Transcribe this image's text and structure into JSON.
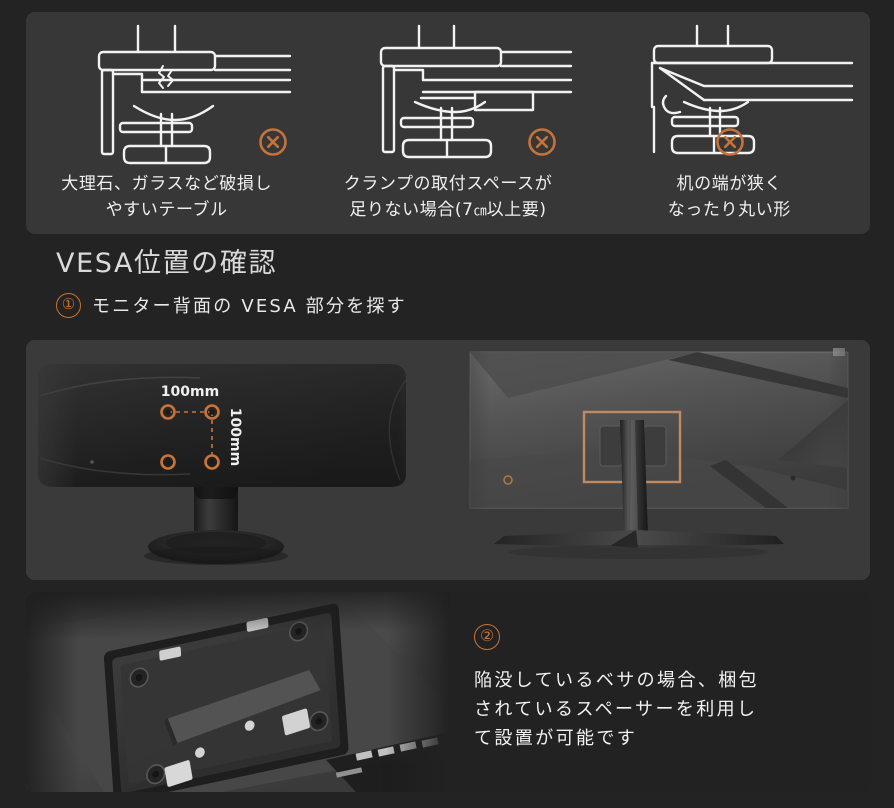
{
  "theme": {
    "page_bg": "#232323",
    "panel_bg": "#373737",
    "monitor_panel_bg": "#3a3a3a",
    "bottom_panel_bg": "#222222",
    "accent_orange": "#c4743a",
    "marker_orange": "#c8743c",
    "text_primary": "#f0f0f0",
    "text_heading": "#dadada",
    "line_white": "#f2f2f2"
  },
  "warnings": {
    "icon_name": "x-circle-icon",
    "items": [
      {
        "illustration": "clamp-on-cracking-table",
        "caption": "大理石、ガラスなど破損し\nやすいテーブル",
        "badge": "x-circle-icon"
      },
      {
        "illustration": "clamp-insufficient-space",
        "caption_line1": "クランプの取付スペースが",
        "caption_line2_a": "足りない場合(7",
        "caption_line2_small": "㎝",
        "caption_line2_b": "以上要)",
        "badge": "x-circle-icon"
      },
      {
        "illustration": "clamp-on-narrow-rounded-edge",
        "caption": "机の端が狭く\nなったり丸い形",
        "badge": "x-circle-icon"
      }
    ]
  },
  "section": {
    "title": "VESA位置の確認",
    "step1": {
      "number": "①",
      "text": "モニター背面の VESA 部分を探す"
    },
    "step2": {
      "number": "②",
      "text": "陥没しているベサの場合、梱包\nされているスペーサーを利用し\nて設置が可能です"
    }
  },
  "monitors": {
    "left": {
      "name": "monitor-rear-with-vesa-pattern",
      "label_horizontal": "100mm",
      "label_vertical": "100mm",
      "hole_count": 4,
      "marker_color": "#c8743c"
    },
    "right": {
      "name": "gaming-monitor-rear-vesa-highlight",
      "highlight_color": "#c08a62"
    }
  },
  "bottom_photo": {
    "name": "recessed-vesa-mount-photo",
    "description": "recessed VESA plate on monitor rear"
  }
}
